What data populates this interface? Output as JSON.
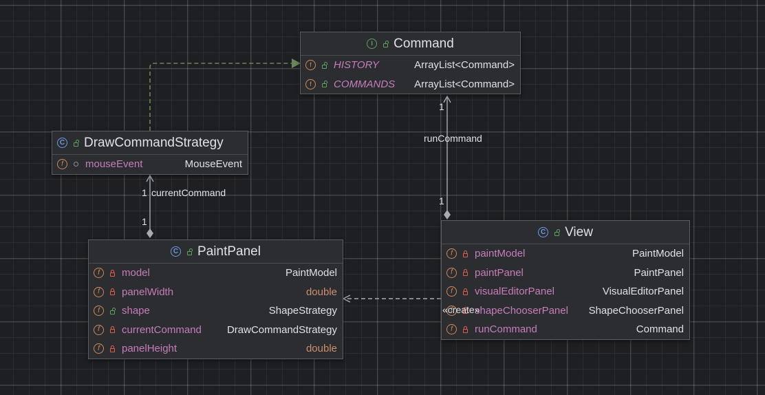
{
  "nodes": {
    "command": {
      "title": "Command",
      "kind_icon": "interface-icon",
      "fields": [
        {
          "name": "HISTORY",
          "type": "ArrayList<Command>"
        },
        {
          "name": "COMMANDS",
          "type": "ArrayList<Command>"
        }
      ]
    },
    "draw_command_strategy": {
      "title": "DrawCommandStrategy",
      "kind_icon": "class-icon",
      "fields": [
        {
          "name": "mouseEvent",
          "type": "MouseEvent"
        }
      ]
    },
    "paint_panel": {
      "title": "PaintPanel",
      "kind_icon": "class-icon",
      "fields": [
        {
          "name": "model",
          "type": "PaintModel"
        },
        {
          "name": "panelWidth",
          "type": "double"
        },
        {
          "name": "shape",
          "type": "ShapeStrategy"
        },
        {
          "name": "currentCommand",
          "type": "DrawCommandStrategy"
        },
        {
          "name": "panelHeight",
          "type": "double"
        }
      ]
    },
    "view": {
      "title": "View",
      "kind_icon": "class-icon",
      "fields": [
        {
          "name": "paintModel",
          "type": "PaintModel"
        },
        {
          "name": "paintPanel",
          "type": "PaintPanel"
        },
        {
          "name": "visualEditorPanel",
          "type": "VisualEditorPanel"
        },
        {
          "name": "shapeChooserPanel",
          "type": "ShapeChooserPanel"
        },
        {
          "name": "runCommand",
          "type": "Command"
        }
      ]
    }
  },
  "edges": {
    "run_command": {
      "label": "runCommand",
      "source_mult": "1",
      "target_mult": "1"
    },
    "current_command": {
      "label": "currentCommand",
      "source_mult": "1",
      "target_mult": "1"
    },
    "create": {
      "label": "«create»"
    }
  },
  "colors": {
    "background": "#1e1f22",
    "node_fill": "#2b2d30",
    "field_name": "#c77dbb",
    "primitive_type": "#cf8e6d",
    "implements_edge": "#6a8759",
    "edge": "#a9abb0"
  }
}
